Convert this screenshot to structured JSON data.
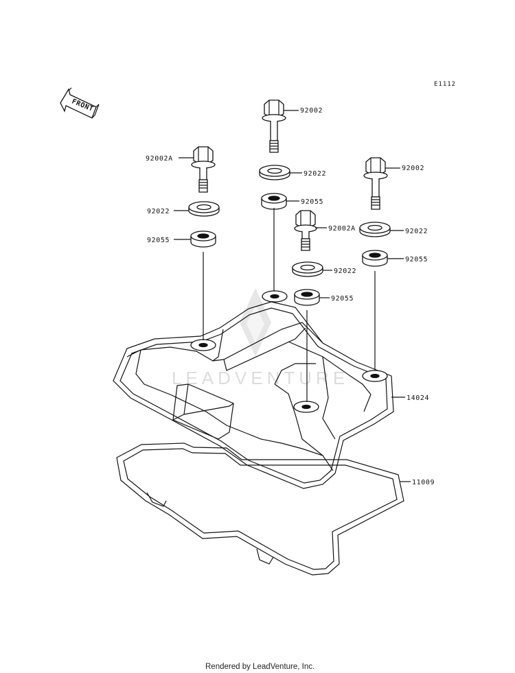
{
  "diagram_code": "E1112",
  "front_label": "FRONT",
  "watermark": "LEADVENTURE",
  "credit": "Rendered by LeadVenture, Inc.",
  "labels": {
    "bolt_center": "92002",
    "bolt_left": "92002A",
    "bolt_right": "92002",
    "bolt_mid": "92002A",
    "washer_left": "92022",
    "washer_center": "92022",
    "washer_right": "92022",
    "washer_mid": "92022",
    "grommet_left": "92055",
    "grommet_center": "92055",
    "grommet_right": "92055",
    "grommet_mid": "92055",
    "cover": "14024",
    "gasket": "11009"
  }
}
